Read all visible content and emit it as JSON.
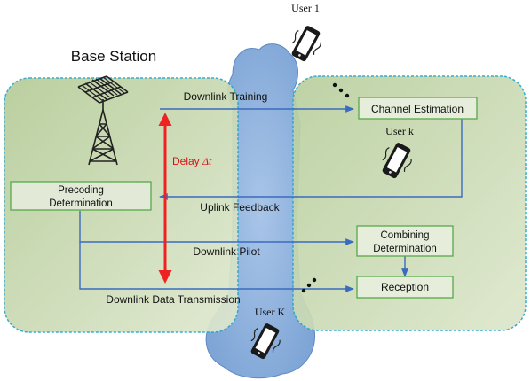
{
  "labels": {
    "base_station": "Base Station",
    "user_1": "User 1",
    "user_k": "User k",
    "user_K": "User K",
    "delay_prefix": "Delay ",
    "delay_symbol": "Δt",
    "downlink_training": "Downlink Training",
    "uplink_feedback": "Uplink Feedback",
    "downlink_pilot": "Downlink Pilot",
    "downlink_data_transmission": "Downlink Data Transmission"
  },
  "boxes": {
    "channel_estimation": "Channel Estimation",
    "precoding_line1": "Precoding",
    "precoding_line2": "Determination",
    "combining_line1": "Combining",
    "combining_line2": "Determination",
    "reception": "Reception"
  },
  "colors": {
    "base_station_fill": "#c6d6ae",
    "user_region_fill": "#c6d6ae",
    "region_border": "#2aa6c9",
    "cloud_fill": "#8fb3de",
    "cloud_border": "#5d89c2",
    "flow_arrow": "#3b6bbf",
    "delay_arrow": "#ee2222",
    "delay_text": "#dd1111",
    "box_border": "#59a84a"
  },
  "icons": [
    "antenna-tower-icon",
    "mobile-phone-icon",
    "ellipsis-dots-icon"
  ]
}
